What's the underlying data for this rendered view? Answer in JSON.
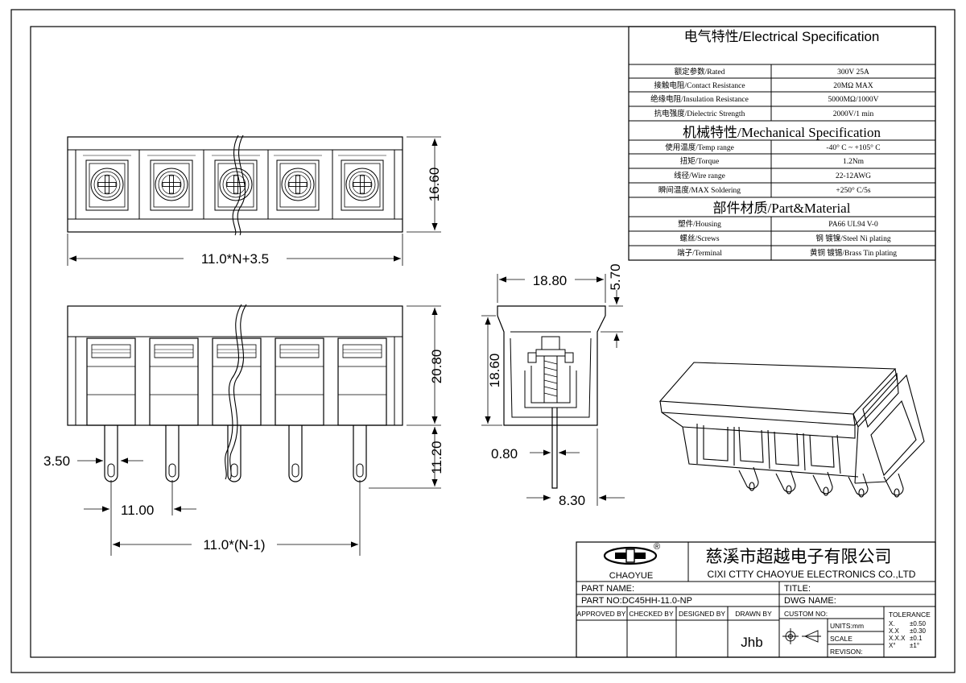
{
  "spec": {
    "electrical_title": "电气特性/Electrical Specification",
    "electrical": [
      {
        "label": "额定参数/Rated",
        "value": "300V  25A"
      },
      {
        "label": "接触电阻/Contact Resistance",
        "value": "20MΩ MAX"
      },
      {
        "label": "绝缘电阻/Insulation Resistance",
        "value": "5000MΩ/1000V"
      },
      {
        "label": "抗电强度/Dielectric Strength",
        "value": "2000V/1 min"
      }
    ],
    "mechanical_title": "机械特性/Mechanical Specification",
    "mechanical": [
      {
        "label": "使用温度/Temp range",
        "value": "-40° C ~ +105° C"
      },
      {
        "label": "扭矩/Torque",
        "value": "1.2Nm"
      },
      {
        "label": "线径/Wire range",
        "value": "22-12AWG"
      },
      {
        "label": "瞬间温度/MAX Soldering",
        "value": "+250° C/5s"
      }
    ],
    "material_title": "部件材质/Part&Material",
    "material": [
      {
        "label": "塑件/Housing",
        "value": "PA66 UL94 V-0"
      },
      {
        "label": "螺丝/Screws",
        "value": "钢 镀镍/Steel Ni plating"
      },
      {
        "label": "端子/Terminal",
        "value": "黄铜 镀锡/Brass Tin  plating"
      }
    ]
  },
  "dimensions": {
    "total_length": "11.0*N+3.5",
    "top_height": "16.60",
    "front_height": "20.80",
    "pin_length": "11.20",
    "pin_width": "3.50",
    "pitch": "11.00",
    "pin_span": "11.0*(N-1)",
    "side_width": "18.80",
    "side_cap": "5.70",
    "side_height": "18.60",
    "pin_thickness": "0.80",
    "pin_offset": "8.30"
  },
  "title_block": {
    "logo_text": "CHAOYUE",
    "logo_mark": "®",
    "company_cn": "慈溪市超越电子有限公司",
    "company_en": "CIXI CTTY CHAOYUE ELECTRONICS CO.,LTD",
    "part_name_label": "PART NAME:",
    "title_label": "TITLE:",
    "part_no": "PART NO:DC45HH-11.0-NP",
    "dwg_name_label": "DWG NAME:",
    "approved_by": "APPROVED BY",
    "checked_by": "CHECKED BY",
    "designed_by": "DESIGNED BY",
    "drawn_by": "DRAWN BY",
    "drawn_by_value": "Jhb",
    "custom_no": "CUSTOM NO:",
    "units": "UNITS:mm",
    "scale": "SCALE",
    "revision": "REVISON:",
    "tolerance_title": "TOLERANCE",
    "tolerance": [
      {
        "k": "X.",
        "v": "±0.50"
      },
      {
        "k": "X.X",
        "v": "±0.30"
      },
      {
        "k": "X.X.X",
        "v": "±0.1"
      },
      {
        "k": "X°",
        "v": "±1°"
      }
    ]
  }
}
